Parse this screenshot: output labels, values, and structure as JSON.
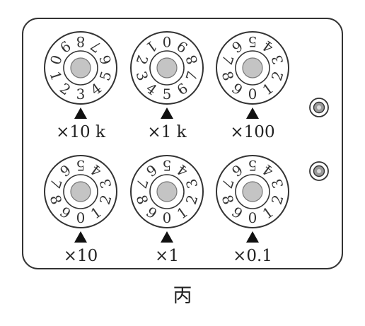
{
  "caption": "丙",
  "dials": [
    {
      "multiplier": "×10 k",
      "digit_order": [
        "0",
        "9",
        "8",
        "7",
        "6",
        "5",
        "4",
        "3",
        "2",
        "1"
      ]
    },
    {
      "multiplier": "×1 k",
      "digit_order": [
        "0",
        "9",
        "8",
        "7",
        "6",
        "5",
        "4",
        "3",
        "2",
        "1"
      ]
    },
    {
      "multiplier": "×100",
      "digit_order": [
        "0",
        "9",
        "8",
        "7",
        "6",
        "5",
        "4",
        "3",
        "2",
        "1"
      ]
    },
    {
      "multiplier": "×10",
      "digit_order": [
        "0",
        "9",
        "8",
        "7",
        "6",
        "5",
        "4",
        "3",
        "2",
        "1"
      ]
    },
    {
      "multiplier": "×1",
      "digit_order": [
        "0",
        "9",
        "8",
        "7",
        "6",
        "5",
        "4",
        "3",
        "2",
        "1"
      ]
    },
    {
      "multiplier": "×0.1",
      "digit_order": [
        "0",
        "9",
        "8",
        "7",
        "6",
        "5",
        "4",
        "3",
        "2",
        "1"
      ]
    }
  ],
  "pointer_digits": [
    "3",
    "5",
    "0",
    "0",
    "0",
    "0"
  ],
  "terminals": [
    "terminal-top",
    "terminal-bottom"
  ],
  "colors": {
    "ink": "#333333",
    "knob": "#c4c4c4",
    "panel_bg": "#ffffff"
  }
}
